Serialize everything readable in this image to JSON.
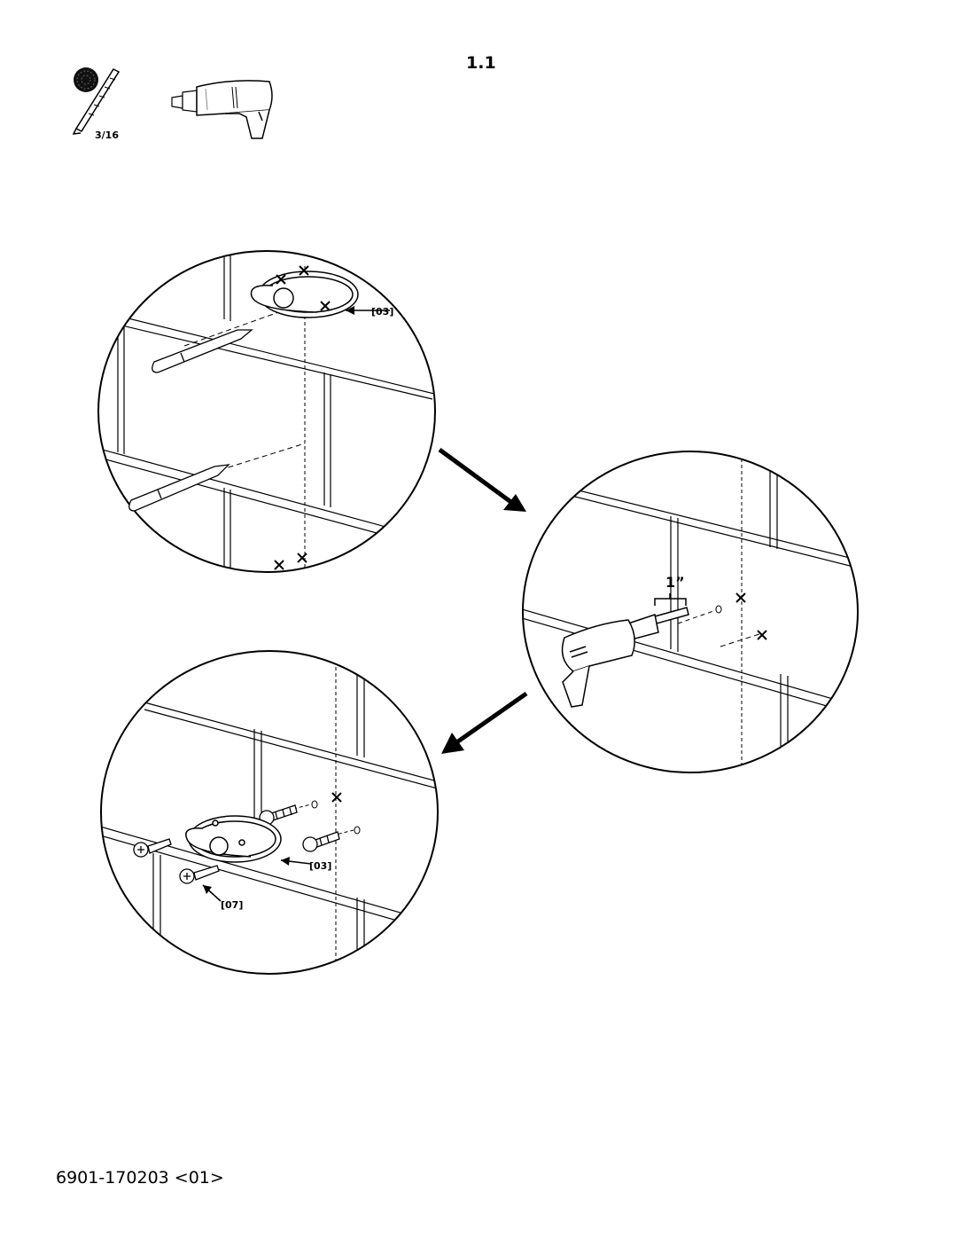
{
  "step": {
    "number": "1.1"
  },
  "tools": {
    "drill_bit_size": "3/16",
    "drill_bit_icon": "drill-bit-icon",
    "drill_icon": "power-drill-icon"
  },
  "panels": {
    "mark": {
      "part_label": "[03]"
    },
    "drill": {
      "depth_label": "1”"
    },
    "mount": {
      "hook_label": "[03]",
      "screw_label": "[07]"
    }
  },
  "footer": {
    "document_code": "6901-170203 <01>"
  }
}
